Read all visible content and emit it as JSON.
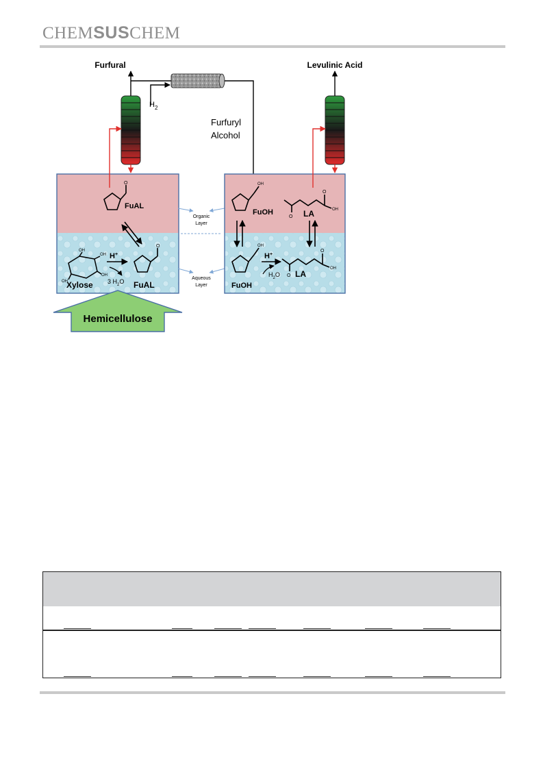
{
  "journal": {
    "name_part1": "CHEM",
    "name_part2": "SUS",
    "name_part3": "CHEM"
  },
  "figure": {
    "top_labels": {
      "furfural": "Furfural",
      "levulinic_acid": "Levulinic Acid",
      "h2": "H",
      "h2_sub": "2",
      "furfuryl_alcohol_line1": "Furfuryl",
      "furfuryl_alcohol_line2": "Alcohol"
    },
    "left_reactor": {
      "organic_compound": "FuAL",
      "aqueous_compound": "FuAL",
      "xylose": "Xylose",
      "catalyst": "H",
      "catalyst_sup": "+",
      "water": "3 H",
      "water_sub": "2",
      "water_end": "O",
      "oh_1": "OH",
      "oh_2": "OH",
      "oh_3": "OH",
      "oh_4": "OH"
    },
    "right_reactor": {
      "organic_fuoh": "FuOH",
      "organic_la": "LA",
      "aqueous_fuoh": "FuOH",
      "aqueous_la": "LA",
      "catalyst": "H",
      "catalyst_sup": "+",
      "water": "H",
      "water_sub": "2",
      "water_end": "O",
      "oh_top": "OH",
      "oh_bottom": "OH",
      "oh_acid_top": "OH",
      "oh_acid_bottom": "OH",
      "o_ketone_top": "O",
      "o_ketone_bottom": "O",
      "o_acid_top": "O",
      "o_acid_bottom": "O",
      "o_ald_top": "O",
      "o_ald_bottom": "O"
    },
    "layer_labels": {
      "organic_line1": "Organic",
      "organic_line2": "Layer",
      "aqueous_line1": "Aqueous",
      "aqueous_line2": "Layer"
    },
    "feed": "Hemicellulose"
  },
  "colors": {
    "organic_layer": "#e6b5b7",
    "aqueous_layer": "#b7dde8",
    "reactor_border": "#4a6fa5",
    "feed_arrow": "#8dce74",
    "recycle_arrow": "#e0312d",
    "header_gray": "#8e8e8e"
  }
}
